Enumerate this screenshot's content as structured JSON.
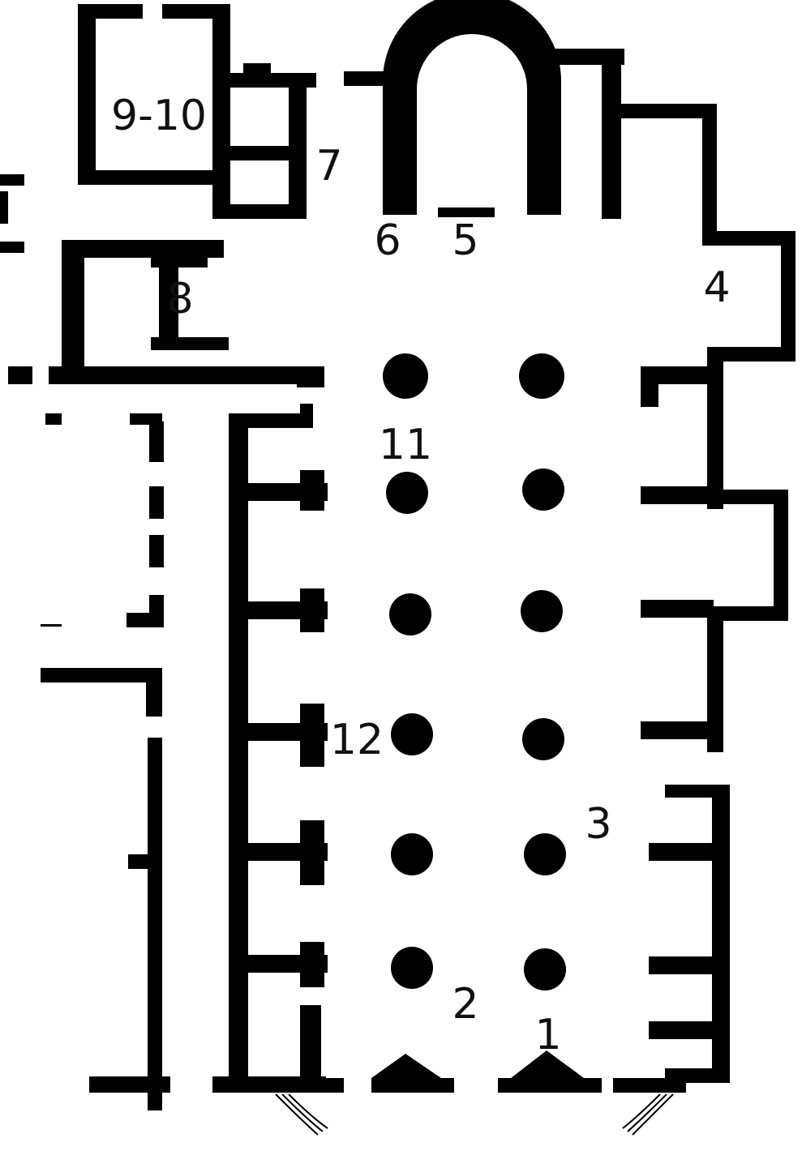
{
  "labels": {
    "l1": "1",
    "l2": "2",
    "l3": "3",
    "l4": "4",
    "l5": "5",
    "l6": "6",
    "l7": "7",
    "l8": "8",
    "l9_10": "9-10",
    "l11": "11",
    "l12": "12"
  },
  "colors": {
    "ink": "#000000",
    "paper": "#ffffff"
  }
}
